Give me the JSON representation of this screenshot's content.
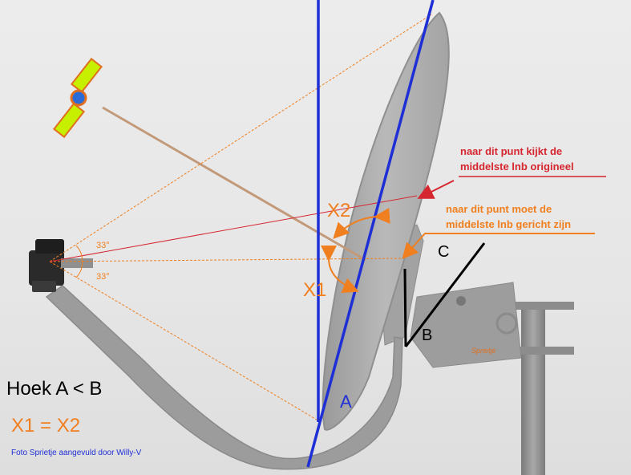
{
  "labels": {
    "angle_x2": "X2",
    "angle_x1": "X1",
    "angle_top": "33°",
    "angle_bottom": "33°",
    "line_a": "A",
    "line_b": "B",
    "line_c": "C",
    "watermark": "Sprietje",
    "note_red_1": "naar dit punt kijkt de",
    "note_red_2": "middelste lnb origineel",
    "note_orange_1": "naar dit punt moet de",
    "note_orange_2": "middelste lnb gericht zijn",
    "rule_angles": "Hoek A < B",
    "rule_equal": "X1 = X2",
    "credit": "Foto Sprietje aangevuld door Willy-V"
  },
  "colors": {
    "blue": "#1f2fd6",
    "orange": "#f07f1f",
    "red": "#d6262f",
    "black": "#000000",
    "satellite_panel": "#c6f000",
    "satellite_body": "#2a6bd8",
    "dish": "#a9a9a9",
    "arm": "#9c9c9c",
    "mast": "#8e8e8e"
  },
  "icons": {
    "satellite": "satellite-icon"
  }
}
